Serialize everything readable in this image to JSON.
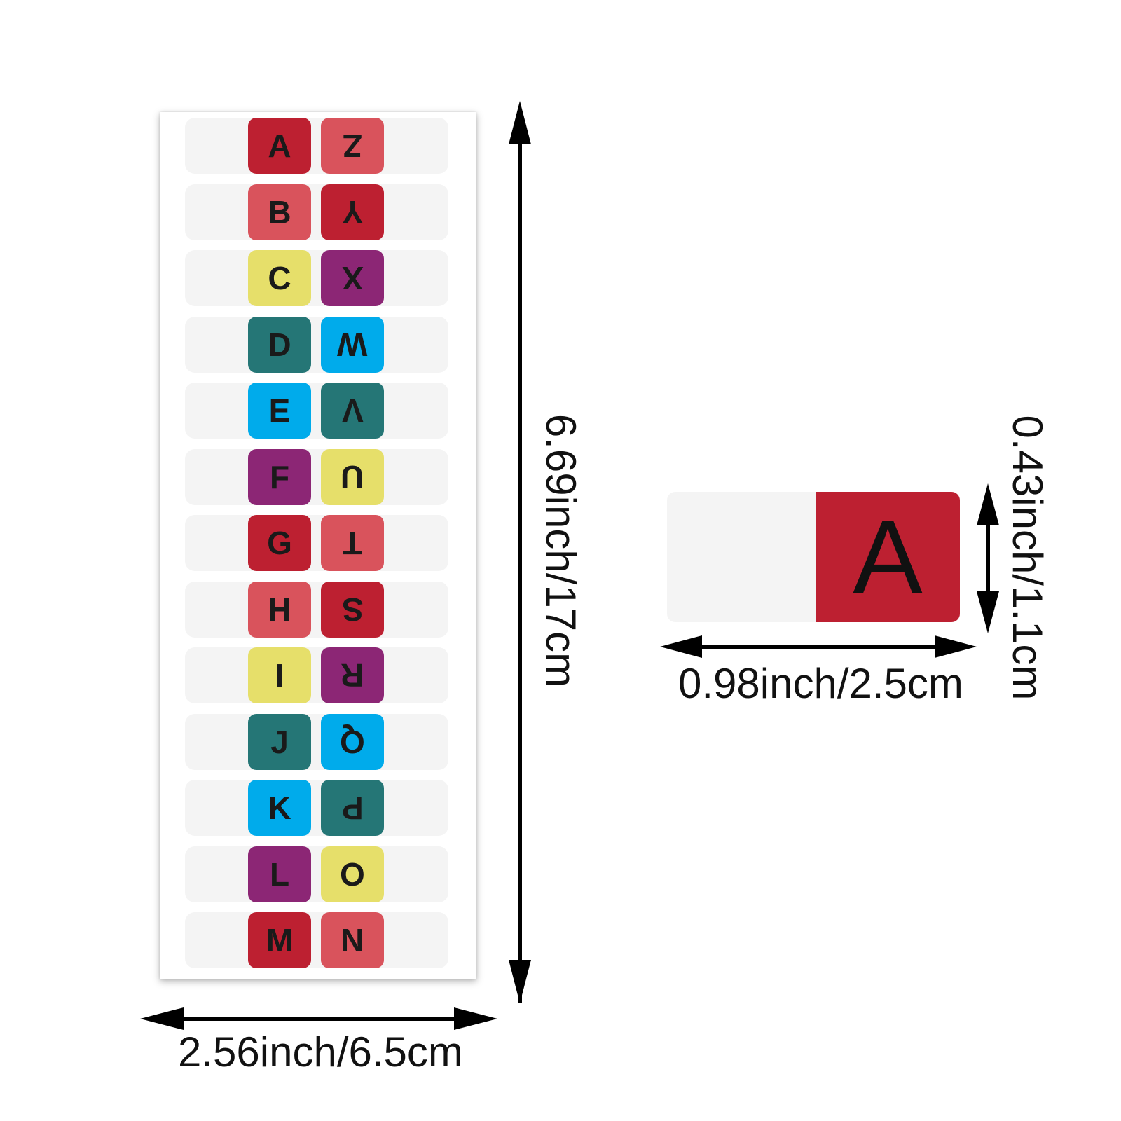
{
  "colors": {
    "crimson": "#bd2031",
    "coral": "#d9535c",
    "yellow": "#e6df6a",
    "purple": "#8c2675",
    "teal": "#257676",
    "cyan": "#00abeb",
    "row_bg": "#f4f4f4",
    "arrow": "#000000"
  },
  "sheet": {
    "rows": [
      {
        "left": "A",
        "left_color": "crimson",
        "right": "Z",
        "right_color": "coral"
      },
      {
        "left": "B",
        "left_color": "coral",
        "right": "Y",
        "right_color": "crimson"
      },
      {
        "left": "C",
        "left_color": "yellow",
        "right": "X",
        "right_color": "purple"
      },
      {
        "left": "D",
        "left_color": "teal",
        "right": "W",
        "right_color": "cyan"
      },
      {
        "left": "E",
        "left_color": "cyan",
        "right": "V",
        "right_color": "teal"
      },
      {
        "left": "F",
        "left_color": "purple",
        "right": "U",
        "right_color": "yellow"
      },
      {
        "left": "G",
        "left_color": "crimson",
        "right": "T",
        "right_color": "coral"
      },
      {
        "left": "H",
        "left_color": "coral",
        "right": "S",
        "right_color": "crimson"
      },
      {
        "left": "I",
        "left_color": "yellow",
        "right": "R",
        "right_color": "purple"
      },
      {
        "left": "J",
        "left_color": "teal",
        "right": "Q",
        "right_color": "cyan"
      },
      {
        "left": "K",
        "left_color": "cyan",
        "right": "P",
        "right_color": "teal"
      },
      {
        "left": "L",
        "left_color": "purple",
        "right": "O",
        "right_color": "yellow"
      },
      {
        "left": "M",
        "left_color": "crimson",
        "right": "N",
        "right_color": "coral"
      }
    ]
  },
  "dimensions": {
    "sheet_width": "2.56inch/6.5cm",
    "sheet_height": "6.69inch/17cm",
    "tab_width": "0.98inch/2.5cm",
    "tab_height": "0.43inch/1.1cm"
  },
  "tab_detail": {
    "letter": "A",
    "color": "crimson"
  }
}
